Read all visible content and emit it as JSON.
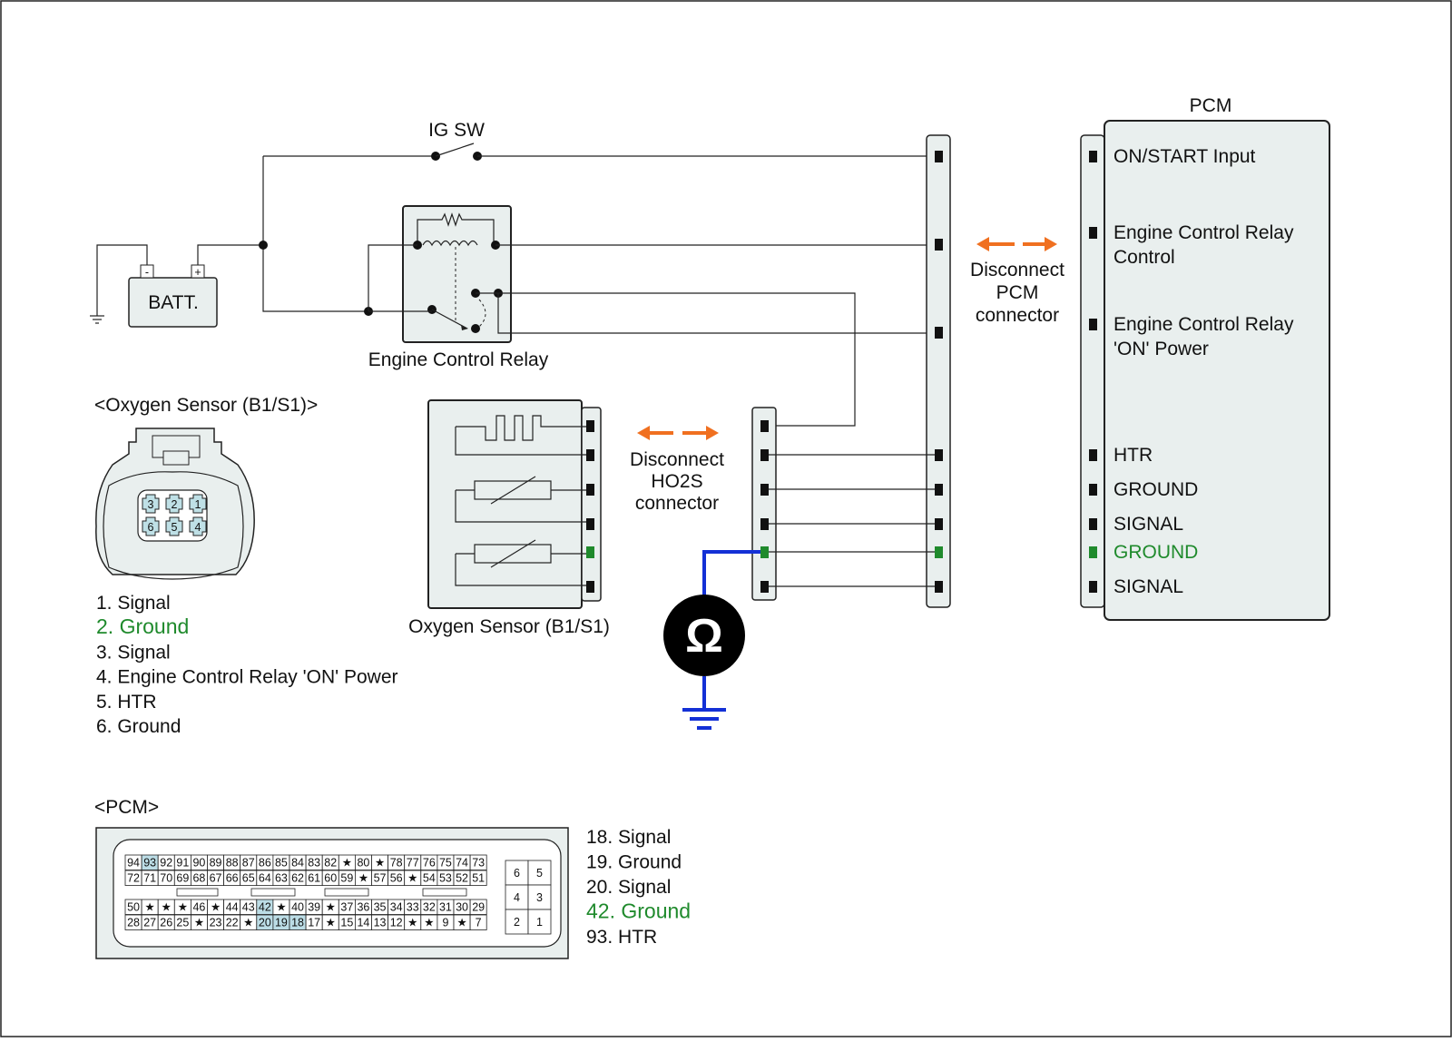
{
  "labels": {
    "ig_sw": "IG SW",
    "batt": "BATT.",
    "batt_minus": "-",
    "batt_plus": "+",
    "engine_relay": "Engine Control Relay",
    "o2_title": "<Oxygen Sensor (B1/S1)>",
    "o2_label": "Oxygen Sensor (B1/S1)",
    "disc_ho2s": [
      "Disconnect",
      "HO2S",
      "connector"
    ],
    "disc_pcm": [
      "Disconnect",
      "PCM",
      "connector"
    ],
    "pcm": "PCM",
    "pcm_title": "<PCM>",
    "ohm": "Ω"
  },
  "pcm_pins": [
    {
      "text": "ON/START Input",
      "green": false
    },
    {
      "text": "Engine Control Relay",
      "text2": "Control",
      "green": false
    },
    {
      "text": "Engine Control Relay",
      "text2": "'ON' Power",
      "green": false
    },
    {
      "text": "HTR",
      "green": false
    },
    {
      "text": "GROUND",
      "green": false
    },
    {
      "text": "SIGNAL",
      "green": false
    },
    {
      "text": "GROUND",
      "green": true
    },
    {
      "text": "SIGNAL",
      "green": false
    }
  ],
  "o2_connector_pins": [
    "3",
    "2",
    "1",
    "6",
    "5",
    "4"
  ],
  "o2_pin_list": [
    {
      "text": "1. Signal",
      "green": false
    },
    {
      "text": "2. Ground",
      "green": true
    },
    {
      "text": "3. Signal",
      "green": false
    },
    {
      "text": "4. Engine Control Relay 'ON' Power",
      "green": false
    },
    {
      "text": "5. HTR",
      "green": false
    },
    {
      "text": "6. Ground",
      "green": false
    }
  ],
  "pcm_pin_list": [
    {
      "text": "18. Signal",
      "green": false
    },
    {
      "text": "19. Ground",
      "green": false
    },
    {
      "text": "20. Signal",
      "green": false
    },
    {
      "text": "42. Ground",
      "green": true
    },
    {
      "text": "93. HTR",
      "green": false
    }
  ],
  "pcm_connector": {
    "rows": [
      [
        "94",
        "93",
        "92",
        "91",
        "90",
        "89",
        "88",
        "87",
        "86",
        "85",
        "84",
        "83",
        "82",
        "★",
        "80",
        "★",
        "78",
        "77",
        "76",
        "75",
        "74",
        "73"
      ],
      [
        "72",
        "71",
        "70",
        "69",
        "68",
        "67",
        "66",
        "65",
        "64",
        "63",
        "62",
        "61",
        "60",
        "59",
        "★",
        "57",
        "56",
        "★",
        "54",
        "53",
        "52",
        "51"
      ],
      [
        "50",
        "★",
        "★",
        "★",
        "46",
        "★",
        "44",
        "43",
        "42",
        "★",
        "40",
        "39",
        "★",
        "37",
        "36",
        "35",
        "34",
        "33",
        "32",
        "31",
        "30",
        "29"
      ],
      [
        "28",
        "27",
        "26",
        "25",
        "★",
        "23",
        "22",
        "★",
        "20",
        "19",
        "18",
        "17",
        "★",
        "15",
        "14",
        "13",
        "12",
        "★",
        "★",
        "9",
        "★",
        "7"
      ]
    ],
    "highlight": [
      "93",
      "42",
      "20",
      "19",
      "18"
    ],
    "small_block": [
      [
        "6",
        "5"
      ],
      [
        "4",
        "3"
      ],
      [
        "2",
        "1"
      ]
    ]
  }
}
